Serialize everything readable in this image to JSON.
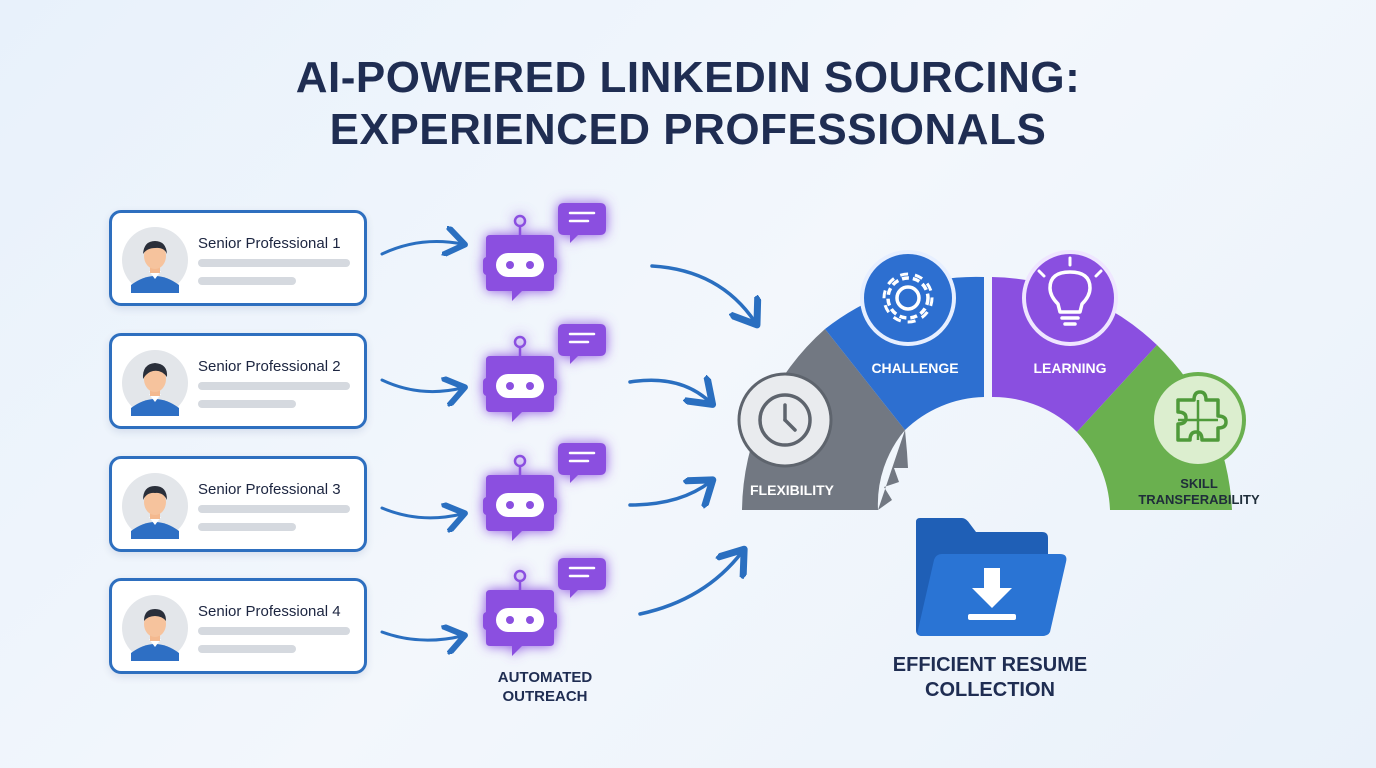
{
  "title": {
    "line1": "AI-POWERED LINKEDIN SOURCING:",
    "line2": "EXPERIENCED PROFESSIONALS"
  },
  "profiles": [
    {
      "name": "Senior Professional 1"
    },
    {
      "name": "Senior Professional 2"
    },
    {
      "name": "Senior Professional 3"
    },
    {
      "name": "Senior Professional 4"
    }
  ],
  "outreach": {
    "label_line1": "AUTOMATED",
    "label_line2": "OUTREACH",
    "icon": "robot-chat-icon"
  },
  "segments": {
    "flexibility": {
      "label": "FLEXIBILITY",
      "icon": "clock-icon",
      "color": "#707781"
    },
    "challenge": {
      "label": "CHALLENGE",
      "icon": "gear-icon",
      "color": "#2d6fd0"
    },
    "learning": {
      "label": "LEARNING",
      "icon": "lightbulb-icon",
      "color": "#8a4fe0"
    },
    "skill": {
      "label_line1": "SKILL",
      "label_line2": "TRANSFERABILITY",
      "icon": "puzzle-icon",
      "color": "#6ab04f"
    }
  },
  "collection": {
    "label_line1": "EFFICIENT RESUME",
    "label_line2": "COLLECTION",
    "icon": "download-folder-icon",
    "color": "#2a6fc9"
  }
}
